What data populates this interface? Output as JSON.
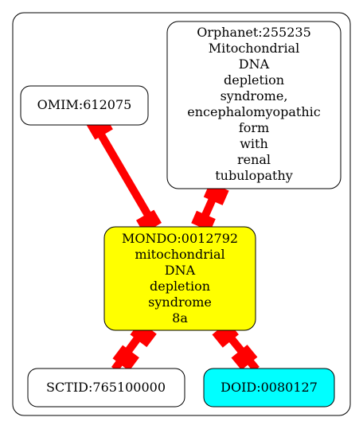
{
  "nodes": {
    "omim": {
      "label": "OMIM:612075",
      "fill": "#ffffff"
    },
    "orphanet": {
      "lines": [
        "Orphanet:255235",
        "Mitochondrial",
        "DNA",
        "depletion",
        "syndrome,",
        "encephalomyopathic",
        "form",
        "with",
        "renal",
        "tubulopathy"
      ],
      "fill": "#ffffff"
    },
    "mondo": {
      "lines": [
        "MONDO:0012792",
        "mitochondrial",
        "DNA",
        "depletion",
        "syndrome",
        "8a"
      ],
      "fill": "#ffff00"
    },
    "sctid": {
      "label": "SCTID:765100000",
      "fill": "#ffffff"
    },
    "doid": {
      "label": "DOID:0080127",
      "fill": "#00ffff"
    }
  },
  "edge_color": "#ff0000"
}
